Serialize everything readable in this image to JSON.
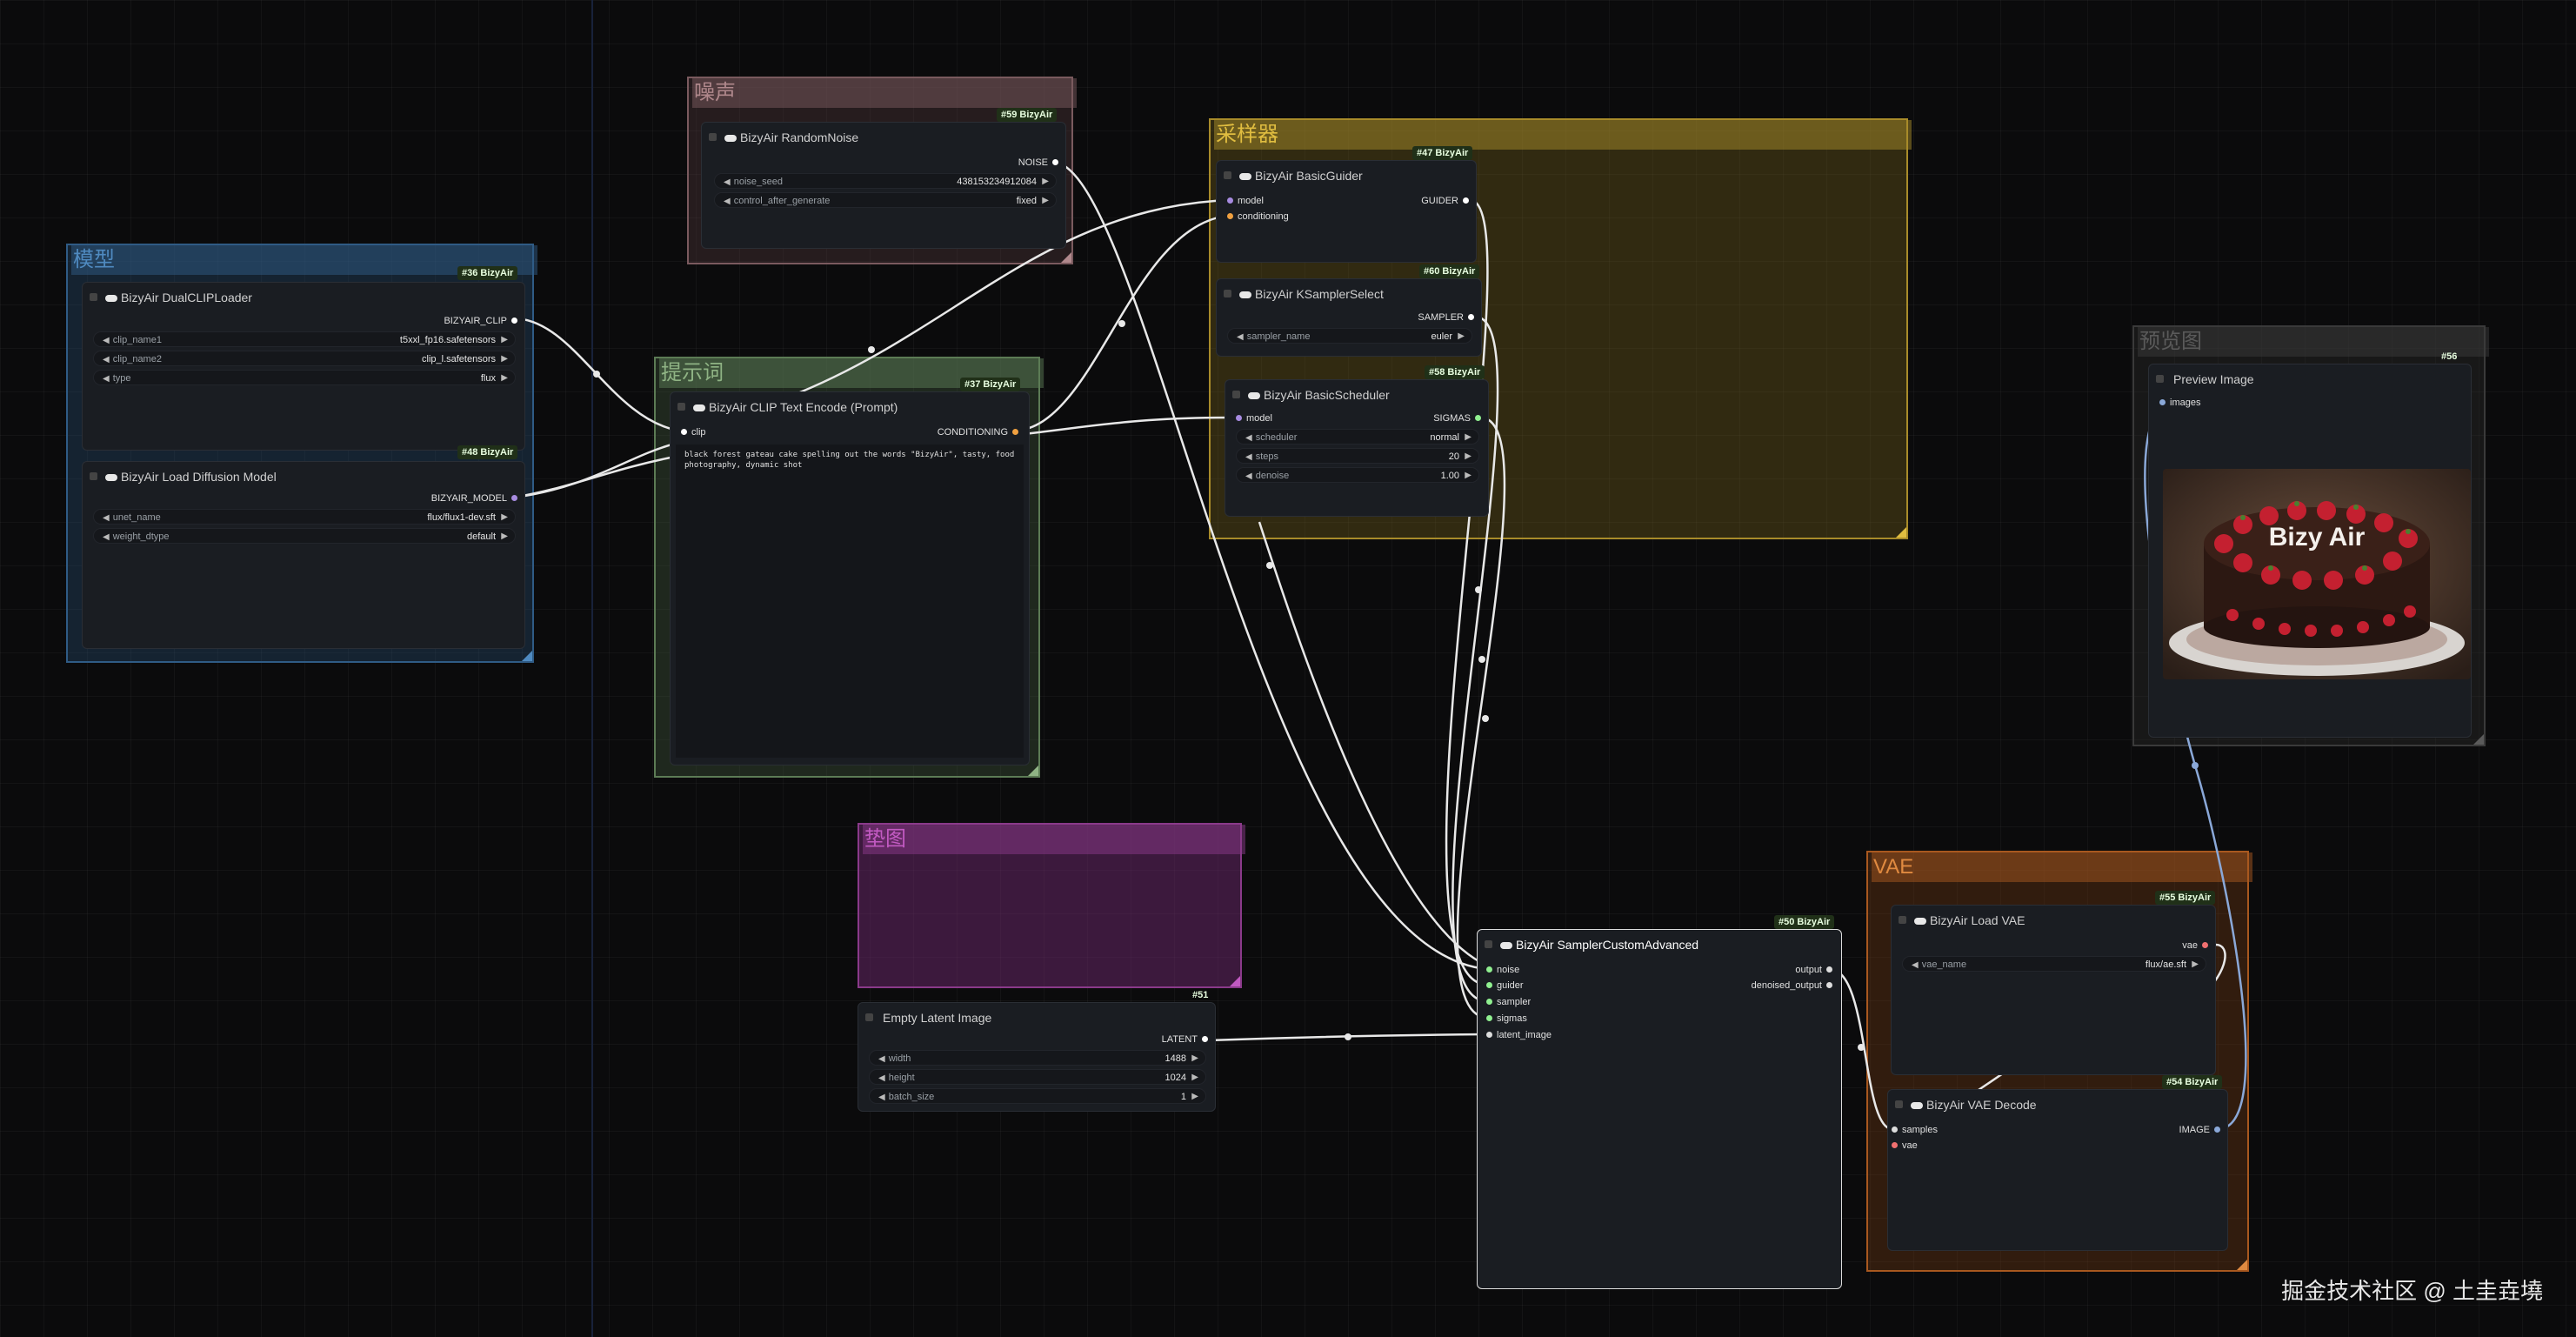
{
  "groups": {
    "model": "模型",
    "noise": "噪声",
    "prompt": "提示词",
    "sampler": "采样器",
    "latent": "垫图",
    "preview": "预览图",
    "vae": "VAE"
  },
  "nodes": {
    "dual_clip": {
      "badge": "#36 BizyAir",
      "title": "BizyAir DualCLIPLoader",
      "output": "BIZYAIR_CLIP",
      "widgets": [
        {
          "label": "clip_name1",
          "value": "t5xxl_fp16.safetensors"
        },
        {
          "label": "clip_name2",
          "value": "clip_l.safetensors"
        },
        {
          "label": "type",
          "value": "flux"
        }
      ]
    },
    "diffusion": {
      "badge": "#48 BizyAir",
      "title": "BizyAir Load Diffusion Model",
      "output": "BIZYAIR_MODEL",
      "widgets": [
        {
          "label": "unet_name",
          "value": "flux/flux1-dev.sft"
        },
        {
          "label": "weight_dtype",
          "value": "default"
        }
      ]
    },
    "random_noise": {
      "badge": "#59 BizyAir",
      "title": "BizyAir RandomNoise",
      "output": "NOISE",
      "widgets": [
        {
          "label": "noise_seed",
          "value": "438153234912084"
        },
        {
          "label": "control_after_generate",
          "value": "fixed"
        }
      ]
    },
    "clip_text": {
      "badge": "#37 BizyAir",
      "title": "BizyAir CLIP Text Encode (Prompt)",
      "input": "clip",
      "output": "CONDITIONING",
      "text": "black forest gateau cake spelling out the words \"BizyAir\", tasty, food photography, dynamic shot"
    },
    "basic_guider": {
      "badge": "#47 BizyAir",
      "title": "BizyAir BasicGuider",
      "inputs": [
        "model",
        "conditioning"
      ],
      "output": "GUIDER"
    },
    "ksampler_select": {
      "badge": "#60 BizyAir",
      "title": "BizyAir KSamplerSelect",
      "output": "SAMPLER",
      "widgets": [
        {
          "label": "sampler_name",
          "value": "euler"
        }
      ]
    },
    "basic_scheduler": {
      "badge": "#58 BizyAir",
      "title": "BizyAir BasicScheduler",
      "input": "model",
      "output": "SIGMAS",
      "widgets": [
        {
          "label": "scheduler",
          "value": "normal"
        },
        {
          "label": "steps",
          "value": "20"
        },
        {
          "label": "denoise",
          "value": "1.00"
        }
      ]
    },
    "preview": {
      "badge": "#56",
      "title": "Preview Image",
      "input": "images",
      "cake_text": "Bizy Air"
    },
    "empty_latent": {
      "badge": "#51",
      "title": "Empty Latent Image",
      "output": "LATENT",
      "widgets": [
        {
          "label": "width",
          "value": "1488"
        },
        {
          "label": "height",
          "value": "1024"
        },
        {
          "label": "batch_size",
          "value": "1"
        }
      ]
    },
    "sampler_custom": {
      "badge": "#50 BizyAir",
      "title": "BizyAir SamplerCustomAdvanced",
      "inputs": [
        "noise",
        "guider",
        "sampler",
        "sigmas",
        "latent_image"
      ],
      "outputs": [
        "output",
        "denoised_output"
      ]
    },
    "load_vae": {
      "badge": "#55 BizyAir",
      "title": "BizyAir Load VAE",
      "output": "vae",
      "widgets": [
        {
          "label": "vae_name",
          "value": "flux/ae.sft"
        }
      ]
    },
    "vae_decode": {
      "badge": "#54 BizyAir",
      "title": "BizyAir VAE Decode",
      "inputs": [
        "samples",
        "vae"
      ],
      "output": "IMAGE"
    }
  },
  "footer": "掘金技术社区 @ 土圭垚墝",
  "colors": {
    "canvas_bg": "#0b0b0c",
    "group_model": "#2f5b85",
    "group_noise": "#7a5a5e",
    "group_prompt": "#5c7b55",
    "group_sampler": "#a88b2a",
    "group_latent": "#8a3a8a",
    "group_preview": "#3a3a3a",
    "group_vae": "#a8581f",
    "wire": "#e8e8e8",
    "wire_image": "#8aa8d8"
  }
}
